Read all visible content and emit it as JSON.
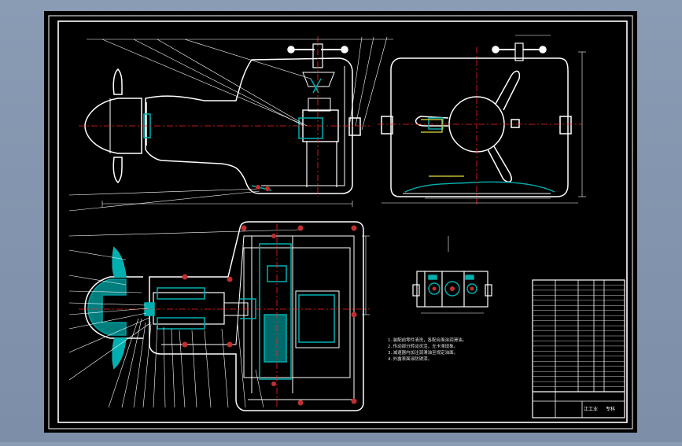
{
  "viewport": {
    "background": "#7f91ab",
    "sheet_color": "#000000",
    "frame_color": "#ffffff",
    "line_colors": {
      "outline": "#ffffff",
      "section": "#00b0b0",
      "centerline": "#ff2020",
      "dimension": "#ffffff",
      "fastener": "#c03030",
      "green": "#20d020",
      "yellow": "#e0e040"
    }
  },
  "drawing": {
    "title_block": {
      "rows": 22,
      "school": "江工业",
      "code": "专科"
    },
    "tech_notes": [
      "1.装配前零件清洗，各配合面涂润滑油。",
      "2.传动部分转动灵活，无卡滞现象。",
      "3.减速器内加注润滑油至规定油面。",
      "4.外露表面涂防锈漆。"
    ]
  }
}
